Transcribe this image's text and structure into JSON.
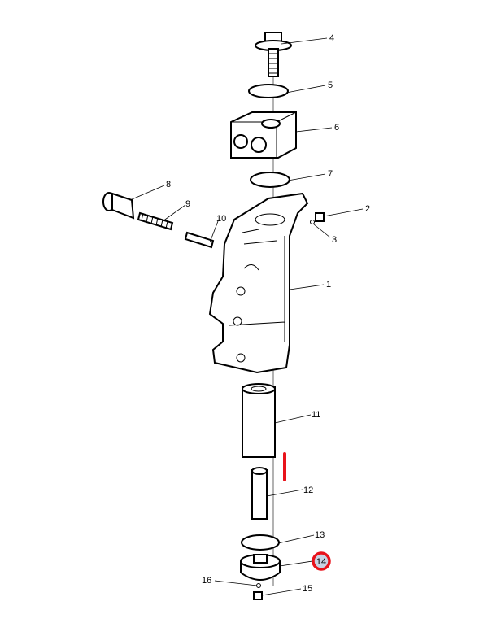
{
  "diagram": {
    "callouts": {
      "c1": "1",
      "c2": "2",
      "c3": "3",
      "c4": "4",
      "c5": "5",
      "c6": "6",
      "c7": "7",
      "c8": "8",
      "c9": "9",
      "c10": "10",
      "c11": "11",
      "c12": "12",
      "c13": "13",
      "c14": "14",
      "c15": "15",
      "c16": "16"
    },
    "highlighted_callout": "14",
    "highlight_color": "#e8131b",
    "highlight_fill": "#c9d3e3"
  }
}
